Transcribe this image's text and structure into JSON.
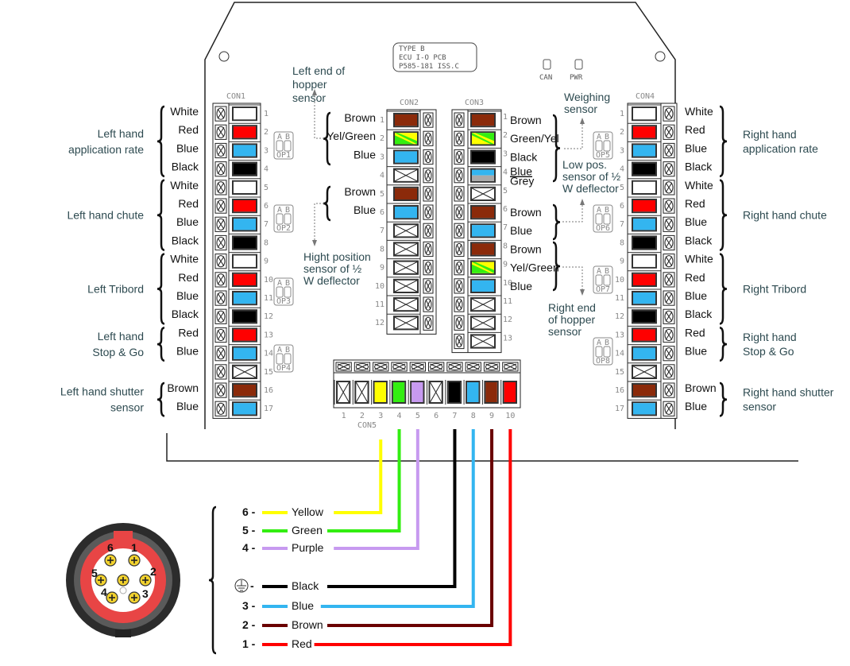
{
  "board": {
    "label_lines": [
      "TYPE B",
      "ECU I-O PCB",
      "P585-181 ISS.C"
    ],
    "leds": [
      "CAN",
      "PWR"
    ]
  },
  "colors": {
    "White": "#ffffff",
    "Red": "#ff0000",
    "Blue": "#33b5f0",
    "Black": "#000000",
    "Brown": "#8b2a0a",
    "YelGreen": "yellow-green",
    "BlueGrey": "blue-grey",
    "Yellow": "#ffff00",
    "Green": "#33ee11",
    "Purple": "#c79af0",
    "DarkBrown": "#6a0000",
    "None": "none"
  },
  "con1": {
    "title": "CON1",
    "pins": [
      {
        "n": "1",
        "wire": "White",
        "label": "White"
      },
      {
        "n": "2",
        "wire": "Red",
        "label": "Red"
      },
      {
        "n": "3",
        "wire": "Blue",
        "label": "Blue"
      },
      {
        "n": "4",
        "wire": "Black",
        "label": "Black"
      },
      {
        "n": "5",
        "wire": "White",
        "label": "White"
      },
      {
        "n": "6",
        "wire": "Red",
        "label": "Red"
      },
      {
        "n": "7",
        "wire": "Blue",
        "label": "Blue"
      },
      {
        "n": "8",
        "wire": "Black",
        "label": "Black"
      },
      {
        "n": "9",
        "wire": "White",
        "label": "White"
      },
      {
        "n": "10",
        "wire": "Red",
        "label": "Red"
      },
      {
        "n": "11",
        "wire": "Blue",
        "label": "Blue"
      },
      {
        "n": "12",
        "wire": "Black",
        "label": "Black"
      },
      {
        "n": "13",
        "wire": "Red",
        "label": "Red"
      },
      {
        "n": "14",
        "wire": "Blue",
        "label": "Blue"
      },
      {
        "n": "15",
        "wire": "None",
        "label": ""
      },
      {
        "n": "16",
        "wire": "Brown",
        "label": "Brown"
      },
      {
        "n": "17",
        "wire": "Blue",
        "label": "Blue"
      }
    ],
    "groups": [
      {
        "lines": [
          "Left hand",
          "application rate"
        ],
        "from": 1,
        "to": 4
      },
      {
        "lines": [
          "Left hand chute"
        ],
        "from": 5,
        "to": 8
      },
      {
        "lines": [
          "Left Tribord"
        ],
        "from": 9,
        "to": 12
      },
      {
        "lines": [
          "Left hand",
          "Stop & Go"
        ],
        "from": 13,
        "to": 14
      },
      {
        "lines": [
          "Left hand shutter",
          "sensor"
        ],
        "from": 16,
        "to": 17
      }
    ],
    "dips": [
      "OP1",
      "OP2",
      "OP3",
      "OP4"
    ]
  },
  "con4": {
    "title": "CON4",
    "pins": [
      {
        "n": "1",
        "wire": "White",
        "label": "White"
      },
      {
        "n": "2",
        "wire": "Red",
        "label": "Red"
      },
      {
        "n": "3",
        "wire": "Blue",
        "label": "Blue"
      },
      {
        "n": "4",
        "wire": "Black",
        "label": "Black"
      },
      {
        "n": "5",
        "wire": "White",
        "label": "White"
      },
      {
        "n": "6",
        "wire": "Red",
        "label": "Red"
      },
      {
        "n": "7",
        "wire": "Blue",
        "label": "Blue"
      },
      {
        "n": "8",
        "wire": "Black",
        "label": "Black"
      },
      {
        "n": "9",
        "wire": "White",
        "label": "White"
      },
      {
        "n": "10",
        "wire": "Red",
        "label": "Red"
      },
      {
        "n": "11",
        "wire": "Blue",
        "label": "Blue"
      },
      {
        "n": "12",
        "wire": "Black",
        "label": "Black"
      },
      {
        "n": "13",
        "wire": "Red",
        "label": "Red"
      },
      {
        "n": "14",
        "wire": "Blue",
        "label": "Blue"
      },
      {
        "n": "15",
        "wire": "None",
        "label": ""
      },
      {
        "n": "16",
        "wire": "Brown",
        "label": "Brown"
      },
      {
        "n": "17",
        "wire": "Blue",
        "label": "Blue"
      }
    ],
    "groups": [
      {
        "lines": [
          "Right hand",
          "application rate"
        ],
        "from": 1,
        "to": 4
      },
      {
        "lines": [
          "Right hand chute"
        ],
        "from": 5,
        "to": 8
      },
      {
        "lines": [
          "Right Tribord"
        ],
        "from": 9,
        "to": 12
      },
      {
        "lines": [
          "Right hand",
          "Stop & Go"
        ],
        "from": 13,
        "to": 14
      },
      {
        "lines": [
          "Right hand shutter",
          "sensor"
        ],
        "from": 16,
        "to": 17
      }
    ],
    "dips": [
      "OP5",
      "OP6",
      "OP7",
      "OP8"
    ]
  },
  "con2": {
    "title": "CON2",
    "pins": [
      {
        "n": "1",
        "wire": "Brown",
        "label": "Brown"
      },
      {
        "n": "2",
        "wire": "YelGreen",
        "label": "Yel/Green"
      },
      {
        "n": "3",
        "wire": "Blue",
        "label": "Blue"
      },
      {
        "n": "4",
        "wire": "None",
        "label": ""
      },
      {
        "n": "5",
        "wire": "Brown",
        "label": "Brown"
      },
      {
        "n": "6",
        "wire": "Blue",
        "label": "Blue"
      },
      {
        "n": "7",
        "wire": "None",
        "label": ""
      },
      {
        "n": "8",
        "wire": "None",
        "label": ""
      },
      {
        "n": "9",
        "wire": "None",
        "label": ""
      },
      {
        "n": "10",
        "wire": "None",
        "label": ""
      },
      {
        "n": "11",
        "wire": "None",
        "label": ""
      },
      {
        "n": "12",
        "wire": "None",
        "label": ""
      }
    ],
    "sensors": [
      {
        "lines": [
          "Left end of",
          "hopper",
          "sensor"
        ]
      },
      {
        "lines": [
          "Hight position",
          "sensor of ½",
          "W deflector"
        ]
      }
    ]
  },
  "con3": {
    "title": "CON3",
    "pins": [
      {
        "n": "1",
        "wire": "Brown",
        "label": "Brown"
      },
      {
        "n": "2",
        "wire": "GreenYel",
        "label": "Green/Yel"
      },
      {
        "n": "3",
        "wire": "Black",
        "label": "Black"
      },
      {
        "n": "4",
        "wire": "BlueGrey",
        "label": "Blue",
        "label2": "Grey"
      },
      {
        "n": "5",
        "wire": "None",
        "label": ""
      },
      {
        "n": "6",
        "wire": "Brown",
        "label": "Brown"
      },
      {
        "n": "7",
        "wire": "Blue",
        "label": "Blue"
      },
      {
        "n": "8",
        "wire": "Brown",
        "label": "Brown"
      },
      {
        "n": "9",
        "wire": "YelGreen",
        "label": "Yel/Green"
      },
      {
        "n": "10",
        "wire": "Blue",
        "label": "Blue"
      },
      {
        "n": "11",
        "wire": "None",
        "label": ""
      },
      {
        "n": "12",
        "wire": "None",
        "label": ""
      },
      {
        "n": "13",
        "wire": "None",
        "label": ""
      }
    ],
    "sensors": [
      {
        "lines": [
          "Weighing",
          "sensor"
        ]
      },
      {
        "lines": [
          "Low pos.",
          "sensor of ½",
          "W deflector"
        ]
      },
      {
        "lines": [
          "Right end",
          "of hopper",
          "sensor"
        ]
      }
    ]
  },
  "con5": {
    "title": "CON5",
    "pins": [
      {
        "n": "1",
        "wire": "None"
      },
      {
        "n": "2",
        "wire": "None"
      },
      {
        "n": "3",
        "wire": "Yellow"
      },
      {
        "n": "4",
        "wire": "Green"
      },
      {
        "n": "5",
        "wire": "Purple"
      },
      {
        "n": "6",
        "wire": "None"
      },
      {
        "n": "7",
        "wire": "Black"
      },
      {
        "n": "8",
        "wire": "Blue"
      },
      {
        "n": "9",
        "wire": "Brown"
      },
      {
        "n": "10",
        "wire": "Red"
      }
    ]
  },
  "cable": {
    "legend": [
      {
        "pin": "6",
        "color": "Yellow",
        "label": "Yellow",
        "con5": "3"
      },
      {
        "pin": "5",
        "color": "Green",
        "label": "Green",
        "con5": "4"
      },
      {
        "pin": "4",
        "color": "Purple",
        "label": "Purple",
        "con5": "5"
      },
      {
        "pin": "earth-icon",
        "color": "Black",
        "label": "Black",
        "con5": "7"
      },
      {
        "pin": "3",
        "color": "Blue",
        "label": "Blue",
        "con5": "8"
      },
      {
        "pin": "2",
        "color": "DarkBrown",
        "label": "Brown",
        "con5": "9"
      },
      {
        "pin": "1",
        "color": "Red",
        "label": "Red",
        "con5": "10"
      }
    ],
    "connector_pins": [
      "1",
      "2",
      "3",
      "4",
      "5",
      "6"
    ]
  }
}
